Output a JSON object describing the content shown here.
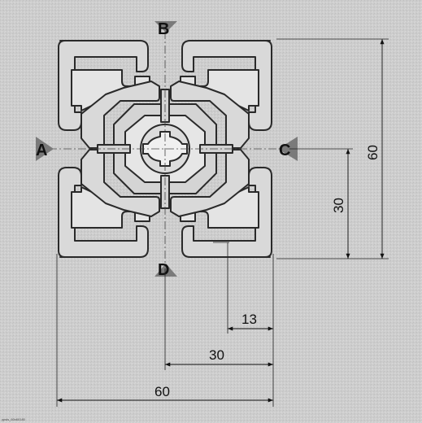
{
  "diagram": {
    "side_labels": {
      "top": "B",
      "left": "A",
      "right": "C",
      "bottom": "D"
    },
    "dimensions": {
      "width_total": "60",
      "width_half": "30",
      "slot_width": "13",
      "height_total": "60",
      "height_half": "30"
    },
    "footer_code": "ypsis_60x60180"
  }
}
